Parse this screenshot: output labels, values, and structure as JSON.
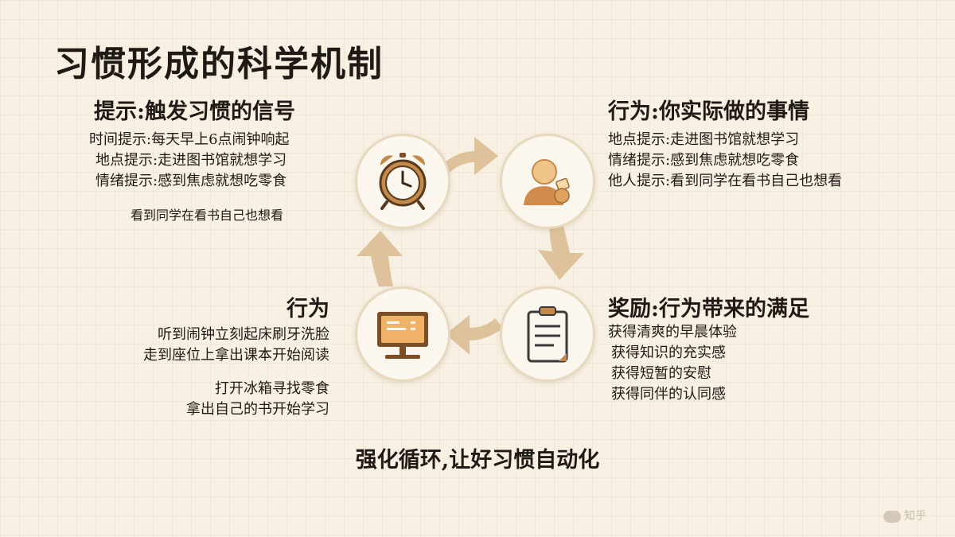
{
  "title": "习惯形成的科学机制",
  "cue": {
    "heading": "提示:触发习惯的信号",
    "items": [
      "时间提示:每天早上6点闹钟响起",
      "地点提示:走进图书馆就想学习",
      "情绪提示:感到焦虑就想吃零食"
    ],
    "extra": "看到同学在看书自己也想看"
  },
  "behavior": {
    "heading": "行为:你实际做的事情",
    "items": [
      "地点提示:走进图书馆就想学习",
      "情绪提示:感到焦虑就想吃零食",
      "他人提示:看到同学在看书自己也想看"
    ]
  },
  "reward": {
    "heading": "奖励:行为带来的满足",
    "items": [
      "获得清爽的早晨体验",
      "获得知识的充实感",
      "获得短暂的安慰",
      "获得同伴的认同感"
    ]
  },
  "action": {
    "heading": "行为",
    "group1": [
      "听到闹钟立刻起床刷牙洗脸",
      "走到座位上拿出课本开始阅读"
    ],
    "group2": [
      "打开冰箱寻找零食",
      "拿出自己的书开始学习"
    ]
  },
  "footer": "强化循环,让好习惯自动化",
  "watermark": "知乎",
  "icons": [
    "alarm-clock-icon",
    "person-icon",
    "clipboard-icon",
    "monitor-icon"
  ],
  "colors": {
    "arrow": "#d9b88c",
    "accent": "#c48a4a",
    "ring": "#e8d8be"
  }
}
